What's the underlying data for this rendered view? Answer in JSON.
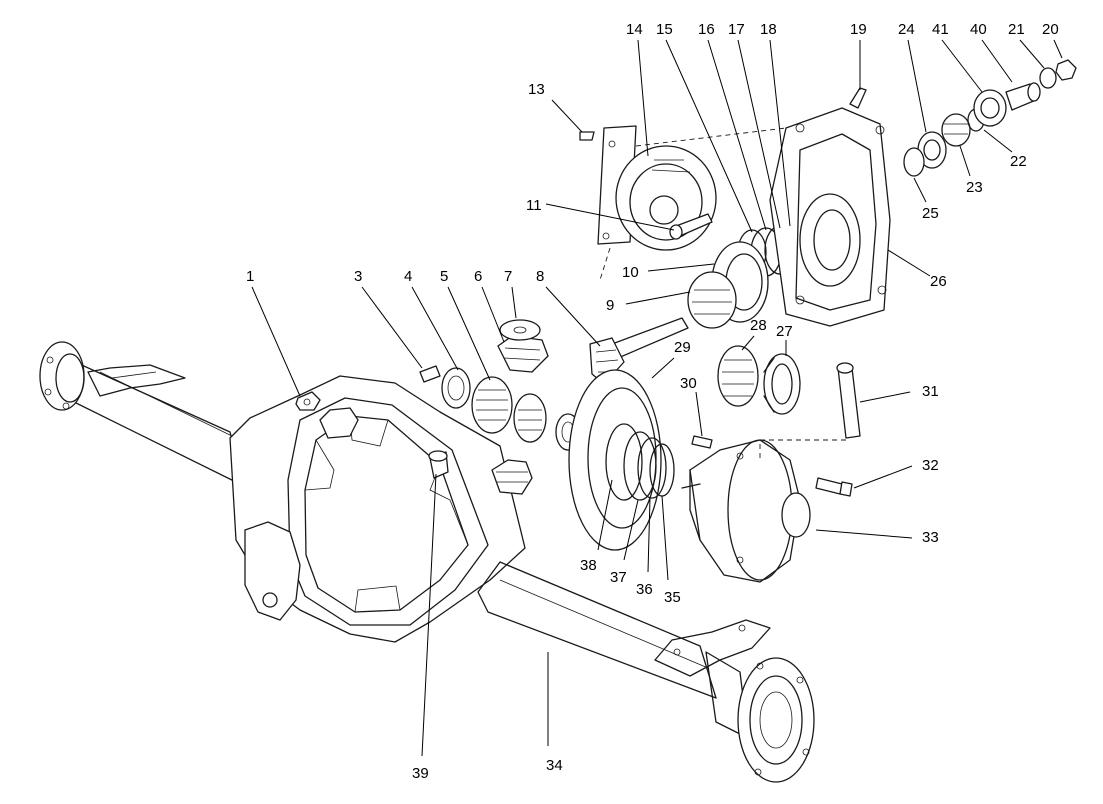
{
  "callouts": [
    {
      "id": "1",
      "label": "1"
    },
    {
      "id": "3",
      "label": "3"
    },
    {
      "id": "4",
      "label": "4"
    },
    {
      "id": "5",
      "label": "5"
    },
    {
      "id": "6",
      "label": "6"
    },
    {
      "id": "7",
      "label": "7"
    },
    {
      "id": "8",
      "label": "8"
    },
    {
      "id": "9",
      "label": "9"
    },
    {
      "id": "10",
      "label": "10"
    },
    {
      "id": "11",
      "label": "11"
    },
    {
      "id": "13",
      "label": "13"
    },
    {
      "id": "14",
      "label": "14"
    },
    {
      "id": "15",
      "label": "15"
    },
    {
      "id": "16",
      "label": "16"
    },
    {
      "id": "17",
      "label": "17"
    },
    {
      "id": "18",
      "label": "18"
    },
    {
      "id": "19",
      "label": "19"
    },
    {
      "id": "20",
      "label": "20"
    },
    {
      "id": "21",
      "label": "21"
    },
    {
      "id": "22",
      "label": "22"
    },
    {
      "id": "23",
      "label": "23"
    },
    {
      "id": "24",
      "label": "24"
    },
    {
      "id": "25",
      "label": "25"
    },
    {
      "id": "26",
      "label": "26"
    },
    {
      "id": "27",
      "label": "27"
    },
    {
      "id": "28",
      "label": "28"
    },
    {
      "id": "29",
      "label": "29"
    },
    {
      "id": "30",
      "label": "30"
    },
    {
      "id": "31",
      "label": "31"
    },
    {
      "id": "32",
      "label": "32"
    },
    {
      "id": "33",
      "label": "33"
    },
    {
      "id": "34",
      "label": "34"
    },
    {
      "id": "35",
      "label": "35"
    },
    {
      "id": "36",
      "label": "36"
    },
    {
      "id": "37",
      "label": "37"
    },
    {
      "id": "38",
      "label": "38"
    },
    {
      "id": "39",
      "label": "39"
    },
    {
      "id": "40",
      "label": "40"
    },
    {
      "id": "41",
      "label": "41"
    }
  ]
}
